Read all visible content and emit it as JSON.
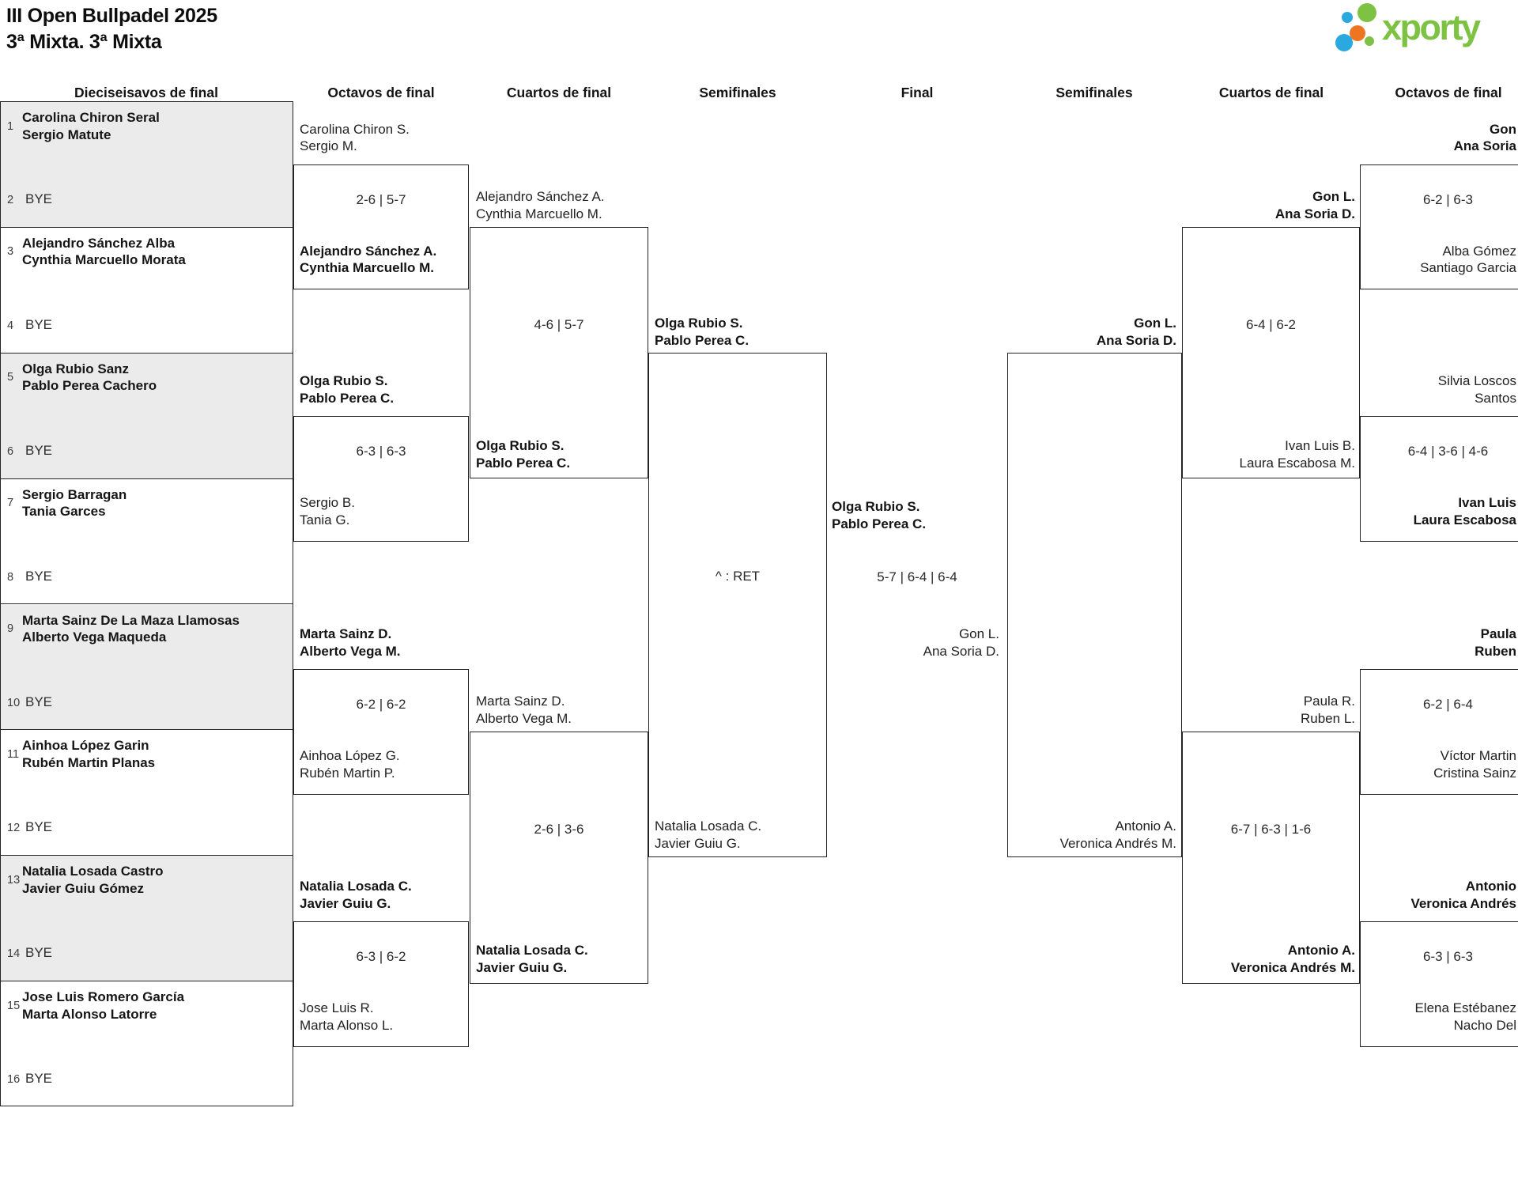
{
  "header": {
    "title": "III Open Bullpadel 2025",
    "subtitle": "3ª Mixta. 3ª Mixta",
    "logo": {
      "brand": "xporty"
    }
  },
  "rounds": [
    "Dieciseisavos de final",
    "Octavos de final",
    "Cuartos de final",
    "Semifinales",
    "Final",
    "Semifinales",
    "Cuartos de final",
    "Octavos de final"
  ],
  "colors": {
    "accent_green": "#7dc242",
    "dot_blue": "#2aa9e0",
    "dot_orange": "#ee7623",
    "block_gray": "#ebebeb",
    "line": "#232323",
    "text": "#1d1d1d"
  },
  "entrants": [
    {
      "seed": "1",
      "lines": [
        "Carolina Chiron Seral",
        "Sergio Matute"
      ]
    },
    {
      "seed": "2",
      "bye_label": "BYE"
    },
    {
      "seed": "3",
      "lines": [
        "Alejandro Sánchez Alba",
        "Cynthia Marcuello Morata"
      ]
    },
    {
      "seed": "4",
      "bye_label": "BYE"
    },
    {
      "seed": "5",
      "lines": [
        "Olga Rubio Sanz",
        "Pablo Perea Cachero"
      ]
    },
    {
      "seed": "6",
      "bye_label": "BYE"
    },
    {
      "seed": "7",
      "lines": [
        "Sergio Barragan",
        "Tania Garces"
      ]
    },
    {
      "seed": "8",
      "bye_label": "BYE"
    },
    {
      "seed": "9",
      "lines": [
        "Marta Sainz De La Maza Llamosas",
        "Alberto Vega Maqueda"
      ]
    },
    {
      "seed": "10",
      "bye_label": "BYE"
    },
    {
      "seed": "11",
      "lines": [
        "Ainhoa López Garin",
        "Rubén Martin Planas"
      ]
    },
    {
      "seed": "12",
      "bye_label": "BYE"
    },
    {
      "seed": "13",
      "lines": [
        "Natalia Losada Castro",
        "Javier Guiu Gómez"
      ]
    },
    {
      "seed": "14",
      "bye_label": "BYE"
    },
    {
      "seed": "15",
      "lines": [
        "Jose Luis Romero García",
        "Marta Alonso Latorre"
      ]
    },
    {
      "seed": "16",
      "bye_label": "BYE"
    }
  ],
  "matches": {
    "octavos_left": [
      {
        "team1": [
          "Carolina Chiron S.",
          "Sergio M."
        ],
        "team1_win": false,
        "score": "2-6 | 5-7",
        "team2": [
          "Alejandro Sánchez A.",
          "Cynthia Marcuello M."
        ],
        "team2_win": true
      },
      {
        "team1": [
          "Olga Rubio S.",
          "Pablo Perea C."
        ],
        "team1_win": true,
        "score": "6-3 | 6-3",
        "team2": [
          "Sergio B.",
          "Tania G."
        ],
        "team2_win": false
      },
      {
        "team1": [
          "Marta Sainz D.",
          "Alberto Vega M."
        ],
        "team1_win": true,
        "score": "6-2 | 6-2",
        "team2": [
          "Ainhoa López G.",
          "Rubén Martin P."
        ],
        "team2_win": false
      },
      {
        "team1": [
          "Natalia Losada C.",
          "Javier Guiu G."
        ],
        "team1_win": true,
        "score": "6-3 | 6-2",
        "team2": [
          "Jose Luis R.",
          "Marta Alonso L."
        ],
        "team2_win": false
      }
    ],
    "cuartos_left": [
      {
        "team1": [
          "Alejandro Sánchez A.",
          "Cynthia Marcuello M."
        ],
        "team1_win": false,
        "score": "4-6 | 5-7",
        "team2": [
          "Olga Rubio S.",
          "Pablo Perea C."
        ],
        "team2_win": true
      },
      {
        "team1": [
          "Marta Sainz D.",
          "Alberto Vega M."
        ],
        "team1_win": false,
        "score": "2-6 | 3-6",
        "team2": [
          "Natalia Losada C.",
          "Javier Guiu G."
        ],
        "team2_win": true
      }
    ],
    "semifinal_left": {
      "team1": [
        "Olga Rubio S.",
        "Pablo Perea C."
      ],
      "team1_win": true,
      "score": "^ : RET",
      "team2": [
        "Natalia Losada C.",
        "Javier Guiu G."
      ],
      "team2_win": false
    },
    "final": {
      "team1": [
        "Olga Rubio S.",
        "Pablo Perea C."
      ],
      "team1_win": true,
      "score": "5-7 | 6-4 | 6-4",
      "team2": [
        "Gon L.",
        "Ana Soria D."
      ],
      "team2_win": false
    },
    "semifinal_right": {
      "team1": [
        "Gon L.",
        "Ana Soria D."
      ],
      "team1_win": true,
      "score": "",
      "team2": [
        "Antonio A.",
        "Veronica Andrés M."
      ],
      "team2_win": false
    },
    "cuartos_right": [
      {
        "team1": [
          "Gon L.",
          "Ana Soria D."
        ],
        "team1_win": true,
        "score": "6-4 | 6-2",
        "team2": [
          "Ivan Luis B.",
          "Laura Escabosa M."
        ],
        "team2_win": false
      },
      {
        "team1": [
          "Paula R.",
          "Ruben L."
        ],
        "team1_win": false,
        "score": "6-7 | 6-3 | 1-6",
        "team2": [
          "Antonio A.",
          "Veronica Andrés M."
        ],
        "team2_win": true
      }
    ],
    "octavos_right": [
      {
        "team1": [
          "Gon",
          "Ana Soria"
        ],
        "team1_win": true,
        "score": "6-2 | 6-3",
        "team2": [
          "Alba Gómez",
          "Santiago Garcia"
        ],
        "team2_win": false
      },
      {
        "team1": [
          "Silvia Loscos",
          "Santos"
        ],
        "team1_win": false,
        "score": "6-4 | 3-6 | 4-6",
        "team2": [
          "Ivan Luis",
          "Laura Escabosa"
        ],
        "team2_win": true
      },
      {
        "team1": [
          "Paula",
          "Ruben"
        ],
        "team1_win": true,
        "score": "6-2 | 6-4",
        "team2": [
          "Víctor Martin",
          "Cristina Sainz"
        ],
        "team2_win": false
      },
      {
        "team1": [
          "Antonio",
          "Veronica Andrés"
        ],
        "team1_win": true,
        "score": "6-3 | 6-3",
        "team2": [
          "Elena Estébanez",
          "Nacho Del"
        ],
        "team2_win": false
      }
    ]
  }
}
